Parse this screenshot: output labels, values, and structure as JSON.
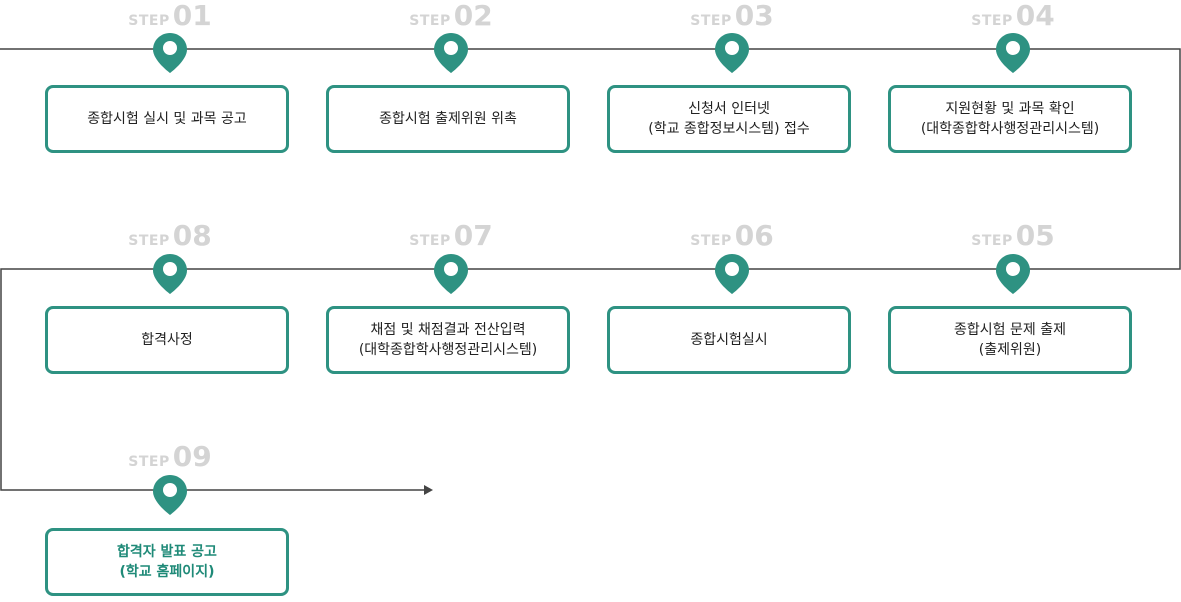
{
  "colors": {
    "accent": "#2e9282",
    "label_gray": "#d4d4d4",
    "line": "#444444"
  },
  "step_word": "STEP",
  "steps": [
    {
      "number": "01",
      "text": "종합시험 실시 및 과목 공고"
    },
    {
      "number": "02",
      "text": "종합시험 출제위원 위촉"
    },
    {
      "number": "03",
      "text": "신청서 인터넷\n(학교 종합정보시스템) 접수"
    },
    {
      "number": "04",
      "text": "지원현황 및 과목 확인\n(대학종합학사행정관리시스템)"
    },
    {
      "number": "05",
      "text": "종합시험 문제 출제\n(출제위원)"
    },
    {
      "number": "06",
      "text": "종합시험실시"
    },
    {
      "number": "07",
      "text": "채점 및 채점결과 전산입력\n(대학종합학사행정관리시스템)"
    },
    {
      "number": "08",
      "text": "합격사정"
    },
    {
      "number": "09",
      "text": "합격자 발표 공고\n(학교 홈페이지)"
    }
  ]
}
